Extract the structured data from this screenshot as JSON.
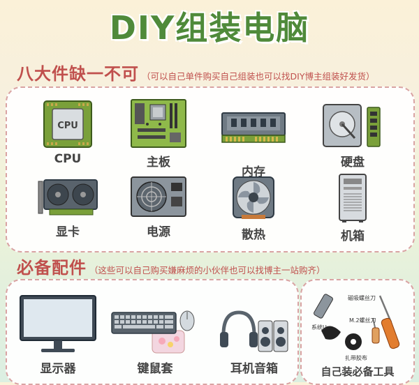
{
  "title": "DIY组装电脑",
  "section1": {
    "title": "八大件缺一不可",
    "note": "（可以自己单件购买自己组装也可以找DIY博主组装好发货）",
    "items": [
      {
        "label": "CPU",
        "icon": "cpu-icon",
        "chip_text": "CPU"
      },
      {
        "label": "主板",
        "icon": "motherboard-icon"
      },
      {
        "label": "内存",
        "icon": "ram-icon"
      },
      {
        "label": "硬盘",
        "icon": "hard-drive-icon"
      },
      {
        "label": "显卡",
        "icon": "graphics-card-icon"
      },
      {
        "label": "电源",
        "icon": "power-supply-icon"
      },
      {
        "label": "散热",
        "icon": "cpu-cooler-icon"
      },
      {
        "label": "机箱",
        "icon": "pc-case-icon"
      }
    ]
  },
  "section2": {
    "title": "必备配件",
    "note": "（这些可以自己购买嫌麻烦的小伙伴也可以找博主一站购齐）",
    "items": [
      {
        "label": "显示器",
        "icon": "monitor-icon"
      },
      {
        "label": "键鼠套",
        "icon": "keyboard-mouse-icon"
      },
      {
        "label": "耳机音箱",
        "icon": "headphones-speakers-icon"
      }
    ],
    "tools": {
      "label": "自己装必备工具",
      "parts": [
        "磁吸螺丝刀",
        "M.2螺丝刀",
        "系统U",
        "扎带胶布"
      ]
    }
  },
  "colors": {
    "title": "#4f8a3a",
    "section": "#c0504d",
    "border": "#d9a3a3"
  }
}
